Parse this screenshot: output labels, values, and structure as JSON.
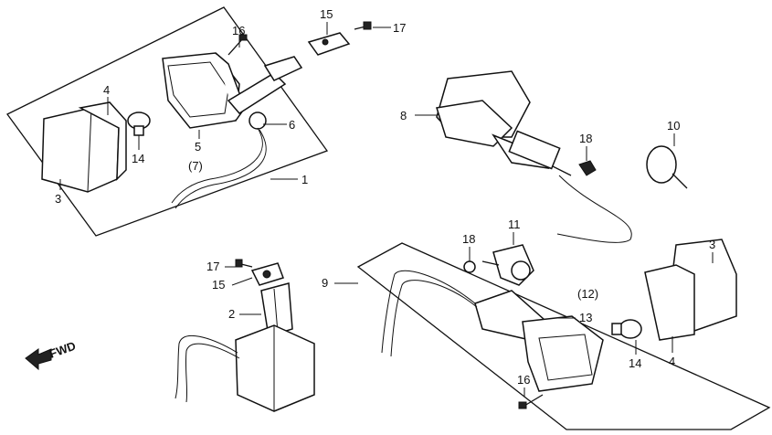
{
  "diagram": {
    "fwd_label": "FWD",
    "callouts": [
      {
        "id": "c16a",
        "text": "16"
      },
      {
        "id": "c15a",
        "text": "15"
      },
      {
        "id": "c17a",
        "text": "17"
      },
      {
        "id": "c4a",
        "text": "4"
      },
      {
        "id": "c5",
        "text": "5"
      },
      {
        "id": "c6",
        "text": "6"
      },
      {
        "id": "c7",
        "text": "(7)"
      },
      {
        "id": "c1",
        "text": "1"
      },
      {
        "id": "c14a",
        "text": "14"
      },
      {
        "id": "c3a",
        "text": "3"
      },
      {
        "id": "c8",
        "text": "8"
      },
      {
        "id": "c18a",
        "text": "18"
      },
      {
        "id": "c10",
        "text": "10"
      },
      {
        "id": "c18b",
        "text": "18"
      },
      {
        "id": "c11",
        "text": "11"
      },
      {
        "id": "c3b",
        "text": "3"
      },
      {
        "id": "c17b",
        "text": "17"
      },
      {
        "id": "c15b",
        "text": "15"
      },
      {
        "id": "c2",
        "text": "2"
      },
      {
        "id": "c9",
        "text": "9"
      },
      {
        "id": "c12",
        "text": "(12)"
      },
      {
        "id": "c13",
        "text": "13"
      },
      {
        "id": "c14b",
        "text": "14"
      },
      {
        "id": "c4b",
        "text": "4"
      },
      {
        "id": "c16b",
        "text": "16"
      }
    ]
  }
}
